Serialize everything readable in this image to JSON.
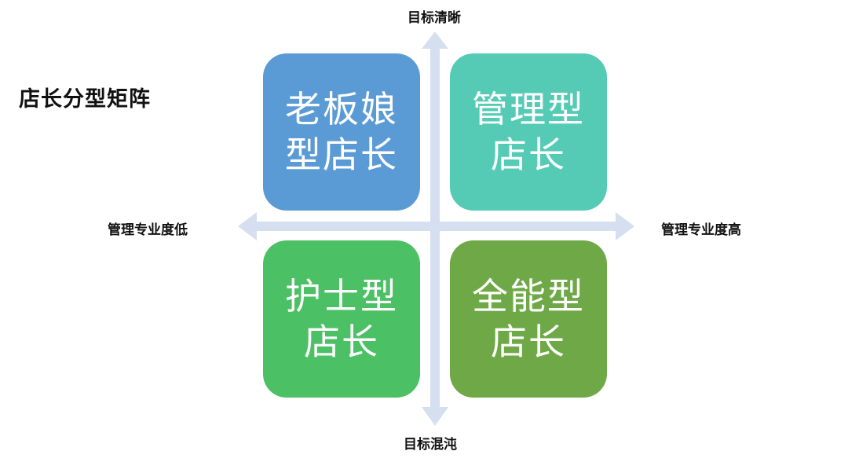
{
  "title": "店长分型矩阵",
  "axes": {
    "top": "目标清晰",
    "bottom": "目标混沌",
    "left": "管理专业度低",
    "right": "管理专业度高"
  },
  "quadrants": [
    {
      "line1": "老板娘",
      "line2": "型店长",
      "color": "#5b9bd5"
    },
    {
      "line1": "管理型",
      "line2": "店长",
      "color": "#55cbb6"
    },
    {
      "line1": "护士型",
      "line2": "店长",
      "color": "#4cc064"
    },
    {
      "line1": "全能型",
      "line2": "店长",
      "color": "#6fa947"
    }
  ],
  "colors": {
    "axis": "#d6dff0"
  }
}
